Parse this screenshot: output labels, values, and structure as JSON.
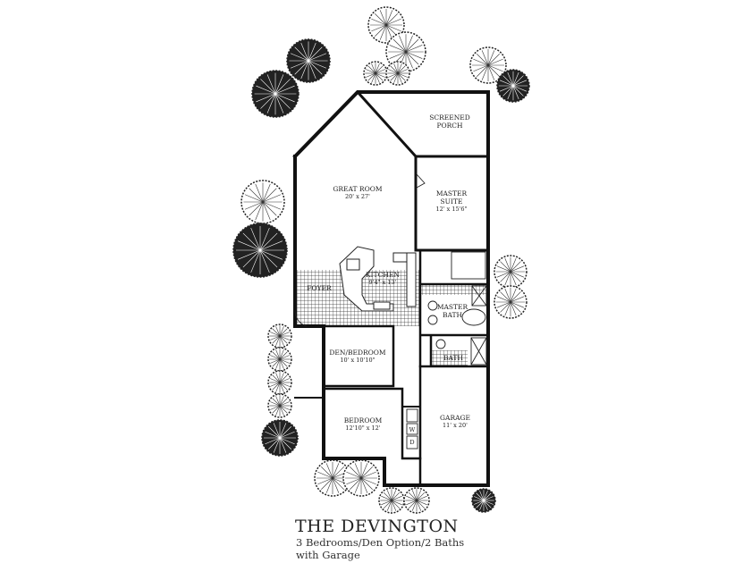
{
  "plan": {
    "title": "THE DEVINGTON",
    "subtitle_line1": "3 Bedrooms/Den Option/2 Baths",
    "subtitle_line2": "with Garage"
  },
  "rooms": {
    "porch": {
      "name1": "SCREENED",
      "name2": "PORCH"
    },
    "great_room": {
      "name": "GREAT ROOM",
      "dim": "20' x 27'"
    },
    "master_suite": {
      "name1": "MASTER",
      "name2": "SUITE",
      "dim": "12' x 15'6\""
    },
    "kitchen": {
      "name": "KITCHEN",
      "dim": "9'4\" x 13'"
    },
    "foyer": {
      "name": "FOYER"
    },
    "master_bath": {
      "name1": "MASTER",
      "name2": "BATH"
    },
    "bath": {
      "name": "BATH"
    },
    "den": {
      "name": "DEN/BEDROOM",
      "dim": "10' x 10'10\""
    },
    "bedroom": {
      "name": "BEDROOM",
      "dim": "12'10\" x 12'"
    },
    "garage": {
      "name": "GARAGE",
      "dim": "11' x 20'"
    },
    "washer": {
      "name": "W"
    },
    "dryer": {
      "name": "D"
    }
  }
}
